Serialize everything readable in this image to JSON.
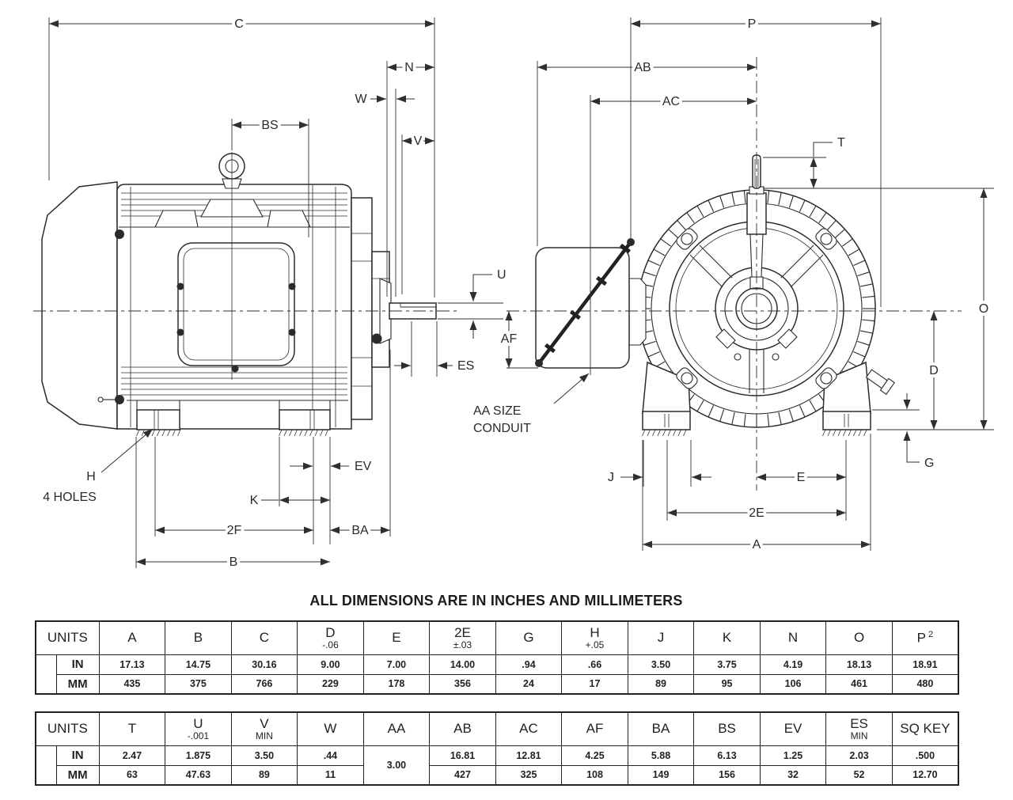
{
  "title": "ALL DIMENSIONS ARE IN INCHES AND MILLIMETERS",
  "drawing": {
    "labels": {
      "C": "C",
      "N": "N",
      "W": "W",
      "BS": "BS",
      "V": "V",
      "U": "U",
      "ES": "ES",
      "EV": "EV",
      "K": "K",
      "F2": "2F",
      "BA": "BA",
      "B": "B",
      "H": "H",
      "HOLES": "4 HOLES",
      "P": "P",
      "AB": "AB",
      "AC": "AC",
      "T": "T",
      "O": "O",
      "D": "D",
      "G": "G",
      "J": "J",
      "E": "E",
      "E2": "2E",
      "A": "A",
      "AF": "AF",
      "AA1": "AA SIZE",
      "AA2": "CONDUIT"
    }
  },
  "tables": [
    {
      "units_label": "UNITS",
      "columns": [
        {
          "label": "A"
        },
        {
          "label": "B"
        },
        {
          "label": "C"
        },
        {
          "label": "D",
          "sub": "-.06"
        },
        {
          "label": "E"
        },
        {
          "label": "2E",
          "sub": "±.03"
        },
        {
          "label": "G"
        },
        {
          "label": "H",
          "sub": "+.05"
        },
        {
          "label": "J"
        },
        {
          "label": "K"
        },
        {
          "label": "N"
        },
        {
          "label": "O"
        },
        {
          "label": "P",
          "sup": "2"
        }
      ],
      "rows": [
        {
          "label": "IN",
          "values": [
            "17.13",
            "14.75",
            "30.16",
            "9.00",
            "7.00",
            "14.00",
            ".94",
            ".66",
            "3.50",
            "3.75",
            "4.19",
            "18.13",
            "18.91"
          ]
        },
        {
          "label": "MM",
          "values": [
            "435",
            "375",
            "766",
            "229",
            "178",
            "356",
            "24",
            "17",
            "89",
            "95",
            "106",
            "461",
            "480"
          ]
        }
      ]
    },
    {
      "units_label": "UNITS",
      "columns": [
        {
          "label": "T"
        },
        {
          "label": "U",
          "sub": "-.001"
        },
        {
          "label": "V",
          "sub": "MIN"
        },
        {
          "label": "W"
        },
        {
          "label": "AA"
        },
        {
          "label": "AB"
        },
        {
          "label": "AC"
        },
        {
          "label": "AF"
        },
        {
          "label": "BA"
        },
        {
          "label": "BS"
        },
        {
          "label": "EV"
        },
        {
          "label": "ES",
          "sub": "MIN"
        },
        {
          "label": "SQ KEY"
        }
      ],
      "merged_col": 4,
      "rows": [
        {
          "label": "IN",
          "values": [
            "2.47",
            "1.875",
            "3.50",
            ".44",
            "3.00",
            "16.81",
            "12.81",
            "4.25",
            "5.88",
            "6.13",
            "1.25",
            "2.03",
            ".500"
          ]
        },
        {
          "label": "MM",
          "values": [
            "63",
            "47.63",
            "89",
            "11",
            "",
            "427",
            "325",
            "108",
            "149",
            "156",
            "32",
            "52",
            "12.70"
          ]
        }
      ]
    }
  ]
}
